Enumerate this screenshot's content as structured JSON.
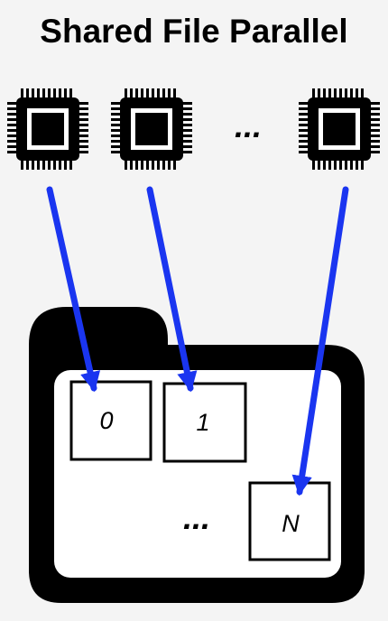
{
  "title": "Shared File Parallel",
  "processors": {
    "ellipsis": "...",
    "items": [
      {
        "icon": "cpu-chip-icon"
      },
      {
        "icon": "cpu-chip-icon"
      },
      {
        "icon": "cpu-chip-icon"
      }
    ]
  },
  "file": {
    "icon": "folder-icon",
    "ellipsis": "...",
    "blocks": [
      {
        "label": "0"
      },
      {
        "label": "1"
      },
      {
        "label": "N"
      }
    ]
  },
  "colors": {
    "background": "#f4f4f4",
    "arrow": "#1a35f0",
    "ink": "#000000",
    "paper": "#ffffff"
  }
}
